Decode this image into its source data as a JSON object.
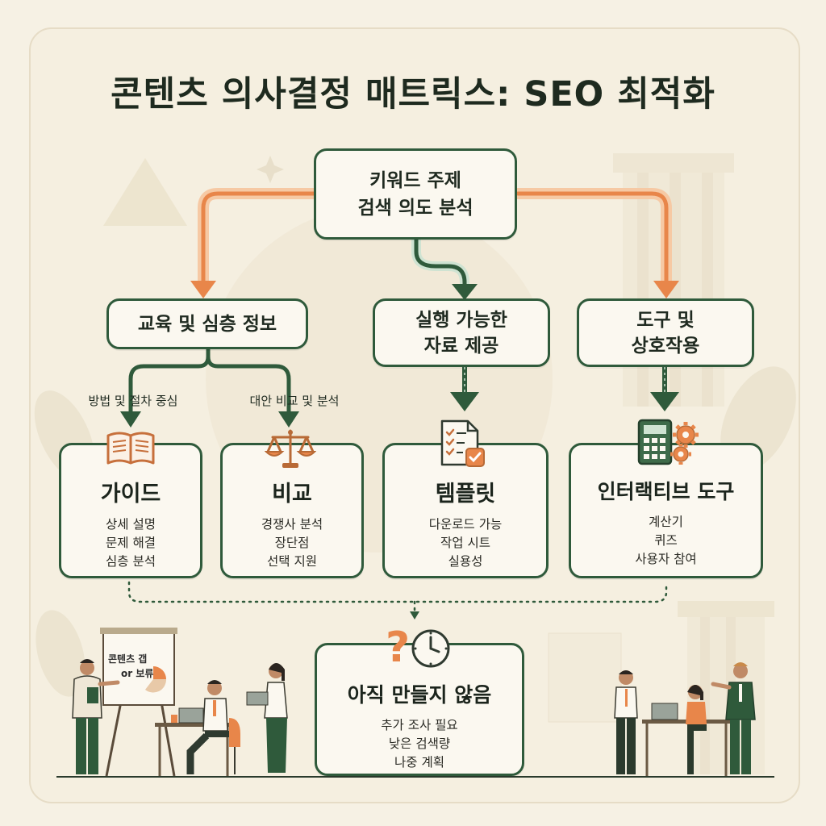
{
  "title": "콘텐츠 의사결정 매트릭스: SEO 최적화",
  "root": {
    "lines": [
      "키워드 주제",
      "검색 의도 분석"
    ]
  },
  "categories": [
    {
      "lines": [
        "교육 및 심층 정보"
      ]
    },
    {
      "lines": [
        "실행 가능한",
        "자료 제공"
      ]
    },
    {
      "lines": [
        "도구 및",
        "상호작용"
      ]
    }
  ],
  "branch_labels": [
    "방법 및 절차 중심",
    "대안 비교 및 분석"
  ],
  "cards": [
    {
      "title": "가이드",
      "details": [
        "상세 설명",
        "문제 해결",
        "심층 분석"
      ],
      "icon": "open-book-icon"
    },
    {
      "title": "비교",
      "details": [
        "경쟁사 분석",
        "장단점",
        "선택 지원"
      ],
      "icon": "balance-scale-icon"
    },
    {
      "title": "템플릿",
      "details": [
        "다운로드 가능",
        "작업 시트",
        "실용성"
      ],
      "icon": "checklist-document-icon"
    },
    {
      "title": "인터랙티브 도구",
      "details": [
        "계산기",
        "퀴즈",
        "사용자 참여"
      ],
      "icon": "calculator-gears-icon"
    }
  ],
  "bottom": {
    "title": "아직 만들지 않음",
    "details": [
      "추가 조사 필요",
      "낮은 검색량",
      "나중 계획"
    ],
    "icon": "question-clock-icon"
  },
  "flipchart": {
    "line1": "콘텐츠 갭",
    "line2": "or 보류"
  },
  "colors": {
    "primary_green": "#2f5a3b",
    "accent_orange": "#e8864a",
    "background": "#f5efe0",
    "text_dark": "#1e2a1f"
  }
}
